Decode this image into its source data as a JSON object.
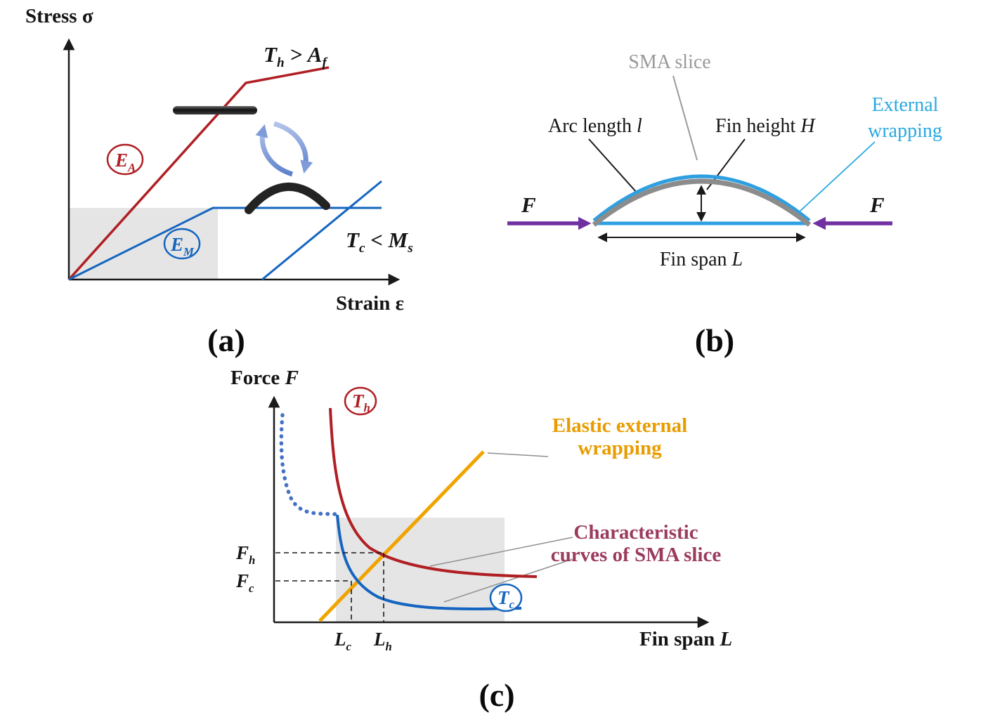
{
  "figure": {
    "background": "#ffffff"
  },
  "colors": {
    "austenite_red": "#b01f24",
    "martensite_blue": "#1565c0",
    "wrapping_cyan": "#29a8e0",
    "wrapping_orange": "#e89c00",
    "force_purple": "#7030a0",
    "slice_gray": "#8c8c8c",
    "shade_gray": "#e5e5e5",
    "characteristic_plum": "#9b3b5e",
    "cycle_arrow_blue": "#7e9cd8",
    "dotted_blue": "#4472c4"
  },
  "panel_a": {
    "caption": "(a)",
    "y_axis_label": "Stress σ",
    "x_axis_label": "Strain ε",
    "hot_condition": {
      "var1": "T",
      "sub1": "h",
      "op": " > ",
      "var2": "A",
      "sub2": "f"
    },
    "cold_condition": {
      "var1": "T",
      "sub1": "c",
      "op": " < ",
      "var2": "M",
      "sub2": "s"
    },
    "austenite_modulus": {
      "var": "E",
      "sub": "A"
    },
    "martensite_modulus": {
      "var": "E",
      "sub": "M"
    }
  },
  "panel_b": {
    "caption": "(b)",
    "sma_slice_label": "SMA slice",
    "arc_length_label": {
      "text": "Arc length ",
      "var": "l"
    },
    "fin_height_label": {
      "text": "Fin height ",
      "var": "H"
    },
    "external_wrapping_label": {
      "line1": "External",
      "line2": "wrapping"
    },
    "force_left": "F",
    "force_right": "F",
    "fin_span_label": {
      "text": "Fin span ",
      "var": "L"
    }
  },
  "panel_c": {
    "caption": "(c)",
    "y_axis_label": {
      "text": "Force ",
      "var": "F"
    },
    "x_axis_label": {
      "text": "Fin span ",
      "var": "L"
    },
    "hot_curve": {
      "var": "T",
      "sub": "h"
    },
    "cold_curve": {
      "var": "T",
      "sub": "c"
    },
    "force_hot": {
      "var": "F",
      "sub": "h"
    },
    "force_cold": {
      "var": "F",
      "sub": "c"
    },
    "span_cold": {
      "var": "L",
      "sub": "c"
    },
    "span_hot": {
      "var": "L",
      "sub": "h"
    },
    "wrapping_line_label": {
      "line1": "Elastic external",
      "line2": "wrapping"
    },
    "sma_curves_label": {
      "line1": "Characteristic",
      "line2": "curves of SMA slice"
    }
  }
}
